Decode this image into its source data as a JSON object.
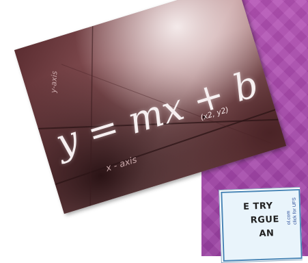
{
  "slide": {
    "accent_color": "#a648ab"
  },
  "photo": {
    "equation": "y = mx + b",
    "point_label": "(x2, y2)",
    "x_axis_label": "x - axis",
    "y_axis_label": "y-axis"
  },
  "comic": {
    "lines": [
      "E TRY",
      "RGUE",
      "AN"
    ],
    "side_text_1": "ol.com",
    "side_text_2": "click for UFS"
  }
}
